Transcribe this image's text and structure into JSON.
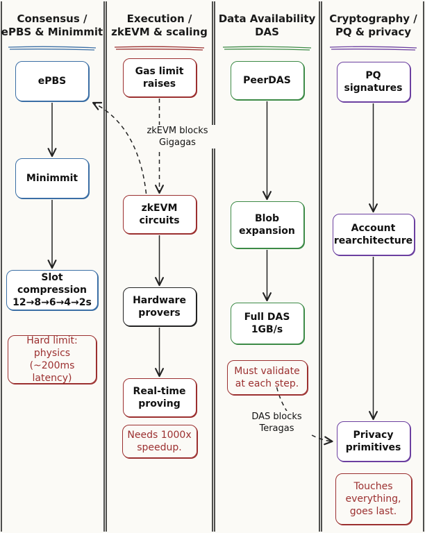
{
  "columns": [
    {
      "id": "consensus",
      "title": "Consensus /\nePBS & Minimmit",
      "color": "#3a6ea5"
    },
    {
      "id": "execution",
      "title": "Execution /\nzkEVM & scaling",
      "color": "#9b2f2f"
    },
    {
      "id": "das",
      "title": "Data Availability\nDAS",
      "color": "#3c8a46"
    },
    {
      "id": "crypto",
      "title": "Cryptography /\nPQ & privacy",
      "color": "#6b3fa0"
    }
  ],
  "nodes": [
    {
      "id": "epbs",
      "col": 0,
      "label": "ePBS",
      "color": "#3a6ea5",
      "kind": "box"
    },
    {
      "id": "minimmit",
      "col": 0,
      "label": "Minimmit",
      "color": "#3a6ea5",
      "kind": "box"
    },
    {
      "id": "slot",
      "col": 0,
      "label": "Slot compression\n12→8→6→4→2s",
      "color": "#3a6ea5",
      "kind": "box"
    },
    {
      "id": "hardlimit",
      "col": 0,
      "label": "Hard limit:\nphysics\n(~200ms latency)",
      "color": "#9b2f2f",
      "kind": "note"
    },
    {
      "id": "gas",
      "col": 1,
      "label": "Gas limit\nraises",
      "color": "#9b2f2f",
      "kind": "box"
    },
    {
      "id": "zkcircuits",
      "col": 1,
      "label": "zkEVM\ncircuits",
      "color": "#9b2f2f",
      "kind": "box"
    },
    {
      "id": "hwprovers",
      "col": 1,
      "label": "Hardware\nprovers",
      "color": "#222222",
      "kind": "box"
    },
    {
      "id": "realtime",
      "col": 1,
      "label": "Real-time\nproving",
      "color": "#9b2f2f",
      "kind": "box"
    },
    {
      "id": "speedup",
      "col": 1,
      "label": "Needs 1000x\nspeedup.",
      "color": "#9b2f2f",
      "kind": "note"
    },
    {
      "id": "peerdas",
      "col": 2,
      "label": "PeerDAS",
      "color": "#3c8a46",
      "kind": "box"
    },
    {
      "id": "blob",
      "col": 2,
      "label": "Blob\nexpansion",
      "color": "#3c8a46",
      "kind": "box"
    },
    {
      "id": "fulldas",
      "col": 2,
      "label": "Full DAS\n1GB/s",
      "color": "#3c8a46",
      "kind": "box"
    },
    {
      "id": "validate",
      "col": 2,
      "label": "Must validate\nat each step.",
      "color": "#9b2f2f",
      "kind": "note"
    },
    {
      "id": "pq",
      "col": 3,
      "label": "PQ\nsignatures",
      "color": "#6b3fa0",
      "kind": "box"
    },
    {
      "id": "account",
      "col": 3,
      "label": "Account\nrearchitecture",
      "color": "#6b3fa0",
      "kind": "box"
    },
    {
      "id": "privacy",
      "col": 3,
      "label": "Privacy\nprimitives",
      "color": "#6b3fa0",
      "kind": "box"
    },
    {
      "id": "touches",
      "col": 3,
      "label": "Touches\neverything,\ngoes last.",
      "color": "#9b2f2f",
      "kind": "note"
    }
  ],
  "edges": [
    {
      "from": "epbs",
      "to": "minimmit",
      "style": "solid"
    },
    {
      "from": "minimmit",
      "to": "slot",
      "style": "solid"
    },
    {
      "from": "gas",
      "to": "zkcircuits",
      "style": "dashed",
      "label": "zkEVM blocks\nGigagas"
    },
    {
      "from": "zkcircuits",
      "to": "epbs",
      "style": "dashed-curve"
    },
    {
      "from": "zkcircuits",
      "to": "hwprovers",
      "style": "solid"
    },
    {
      "from": "hwprovers",
      "to": "realtime",
      "style": "solid"
    },
    {
      "from": "peerdas",
      "to": "blob",
      "style": "solid"
    },
    {
      "from": "blob",
      "to": "fulldas",
      "style": "solid"
    },
    {
      "from": "fulldas",
      "to": "privacy",
      "style": "dashed-curve",
      "label": "DAS blocks\nTeragas"
    },
    {
      "from": "pq",
      "to": "account",
      "style": "solid"
    },
    {
      "from": "account",
      "to": "privacy",
      "style": "solid"
    }
  ]
}
